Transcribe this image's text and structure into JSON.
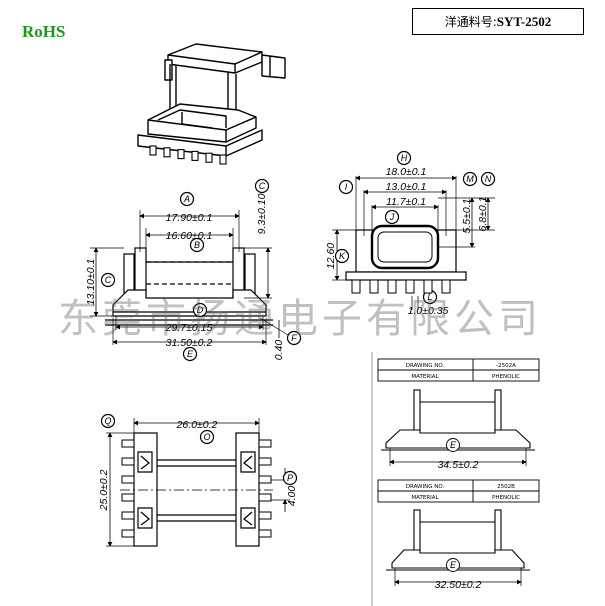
{
  "logo_text": "RoHS",
  "part_box": {
    "label": "洋通料号:",
    "part_no": "SYT-2502"
  },
  "watermark": "东莞市扬通电子有限公司",
  "front_view": {
    "dims": {
      "A": "17.90±0.1",
      "B": "16.60±0.1",
      "C_side": "9.3±0.10",
      "C_left": "13.10±0.1",
      "D": "29.7±0.15",
      "E": "31.50±0.2",
      "F": "0.40"
    },
    "letters": {
      "a": "A",
      "b": "B",
      "c": "C",
      "c2": "C",
      "d": "D",
      "e": "E",
      "f": "F"
    }
  },
  "side_view": {
    "dims": {
      "H": "18.0±0.1",
      "I": "13.0±0.1",
      "J": "11.7±0.1",
      "M": "5.5±0.1",
      "N": "6.8±0.1",
      "K": "12.60",
      "L": "1.0±0.35"
    },
    "letters": {
      "h": "H",
      "i": "I",
      "j": "J",
      "k": "K",
      "l": "L",
      "m": "M",
      "n": "N"
    }
  },
  "top_view": {
    "dims": {
      "O": "26.0±0.2",
      "Q": "25.0±0.2",
      "P": "4.00"
    },
    "letters": {
      "o": "O",
      "p": "P",
      "q": "Q"
    }
  },
  "variant_a": {
    "label1": "DRAWING NO.",
    "value1": "-2502A",
    "label2": "MATERIAL",
    "value2": "PHENOLIC",
    "dim": "34.5±0.2",
    "letter": "E"
  },
  "variant_b": {
    "label1": "DRAWING NO.",
    "value1": "2502B",
    "label2": "MATERIAL",
    "value2": "PHENOLIC",
    "dim": "32.50±0.2",
    "letter": "E"
  }
}
